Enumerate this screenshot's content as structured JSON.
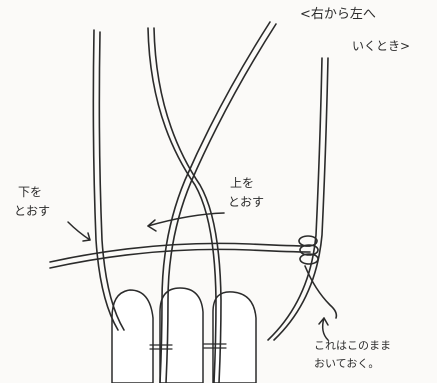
{
  "header": {
    "line1": "<右から左へ",
    "line2": "いくとき>"
  },
  "labels": {
    "under_line1": "下を",
    "under_line2": "とおす",
    "over_line1": "上を",
    "over_line2": "とおす",
    "note_line1": "これはこのまま",
    "note_line2": "おいておく。"
  },
  "colors": {
    "ink": "#2b2b2b",
    "paper": "#fbfaf8"
  }
}
